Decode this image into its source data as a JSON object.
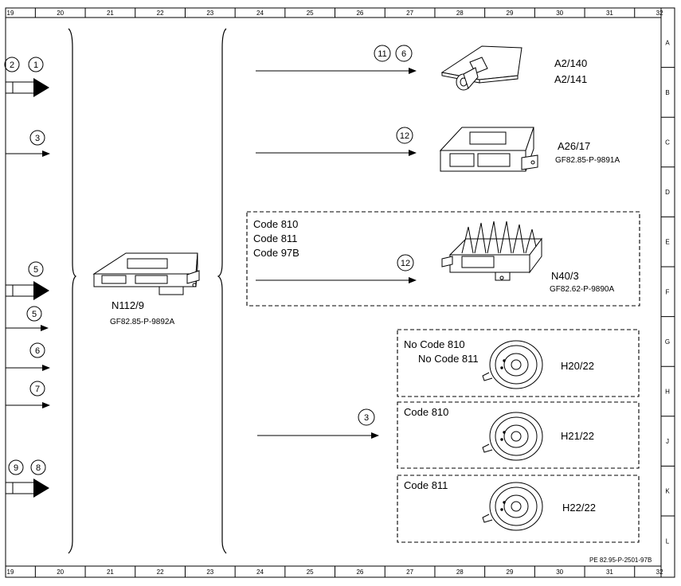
{
  "ruler": {
    "columns": [
      "19",
      "20",
      "21",
      "22",
      "23",
      "24",
      "25",
      "26",
      "27",
      "28",
      "29",
      "30",
      "31",
      "32"
    ],
    "rows": [
      "A",
      "B",
      "C",
      "D",
      "E",
      "F",
      "G",
      "H",
      "J",
      "K",
      "L"
    ]
  },
  "left_inputs": {
    "in_12_num2": "2",
    "in_12_num1": "1",
    "in_3": "3",
    "in_5_big": "5",
    "in_5": "5",
    "in_6": "6",
    "in_7": "7",
    "in_89_num9": "9",
    "in_89_num8": "8"
  },
  "central_unit": {
    "label": "N112/9",
    "ref": "GF82.85-P-9892A"
  },
  "outputs": {
    "antenna": {
      "num_a": "11",
      "num_b": "6",
      "label_1": "A2/140",
      "label_2": "A2/141"
    },
    "a26": {
      "num": "12",
      "label": "A26/17",
      "ref": "GF82.85-P-9891A"
    },
    "n40": {
      "codes": [
        "Code 810",
        "Code 811",
        "Code 97B"
      ],
      "num": "12",
      "label": "N40/3",
      "ref": "GF82.62-P-9890A"
    },
    "speakers": {
      "num": "3",
      "h20": {
        "code_1": "No Code 810",
        "code_2": "No Code 811",
        "label": "H20/22"
      },
      "h21": {
        "code": "Code 810",
        "label": "H21/22"
      },
      "h22": {
        "code": "Code 811",
        "label": "H22/22"
      }
    }
  },
  "footer_ref": "PE 82.95-P-2501-97B"
}
